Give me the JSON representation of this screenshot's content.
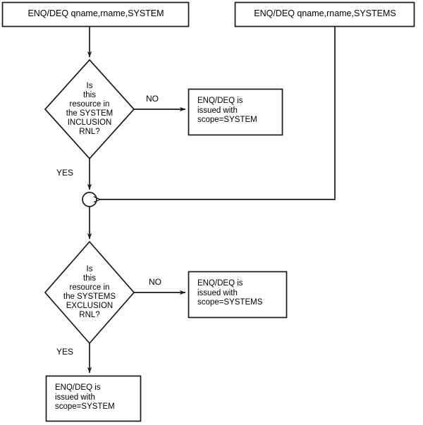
{
  "diagram": {
    "title": "ENQ/DEQ RNL scope resolution flowchart",
    "type": "flowchart",
    "background": "#ffffff",
    "line_color": "#1a1a1a",
    "text_color": "#000000"
  },
  "nodes": {
    "start_system": {
      "shape": "process",
      "label": "ENQ/DEQ qname,rname,SYSTEM"
    },
    "start_systems": {
      "shape": "process",
      "label": "ENQ/DEQ qname,rname,SYSTEMS"
    },
    "decision_inclusion": {
      "shape": "diamond",
      "label": "Is\nthis\nresource in\nthe SYSTEM\nINCLUSION\nRNL?"
    },
    "result_scope_system_top": {
      "shape": "process",
      "label": "ENQ/DEQ is\nissued with\nscope=SYSTEM"
    },
    "junction": {
      "shape": "connector",
      "label": ""
    },
    "decision_exclusion": {
      "shape": "diamond",
      "label": "Is\nthis\nresource in\nthe SYSTEMS\nEXCLUSION\nRNL?"
    },
    "result_scope_systems": {
      "shape": "process",
      "label": "ENQ/DEQ is\nissued with\nscope=SYSTEMS"
    },
    "result_scope_system_bottom": {
      "shape": "process",
      "label": "ENQ/DEQ is\nissued with\nscope=SYSTEM"
    }
  },
  "edges": {
    "inclusion_no": "NO",
    "inclusion_yes": "YES",
    "exclusion_no": "NO",
    "exclusion_yes": "YES"
  }
}
